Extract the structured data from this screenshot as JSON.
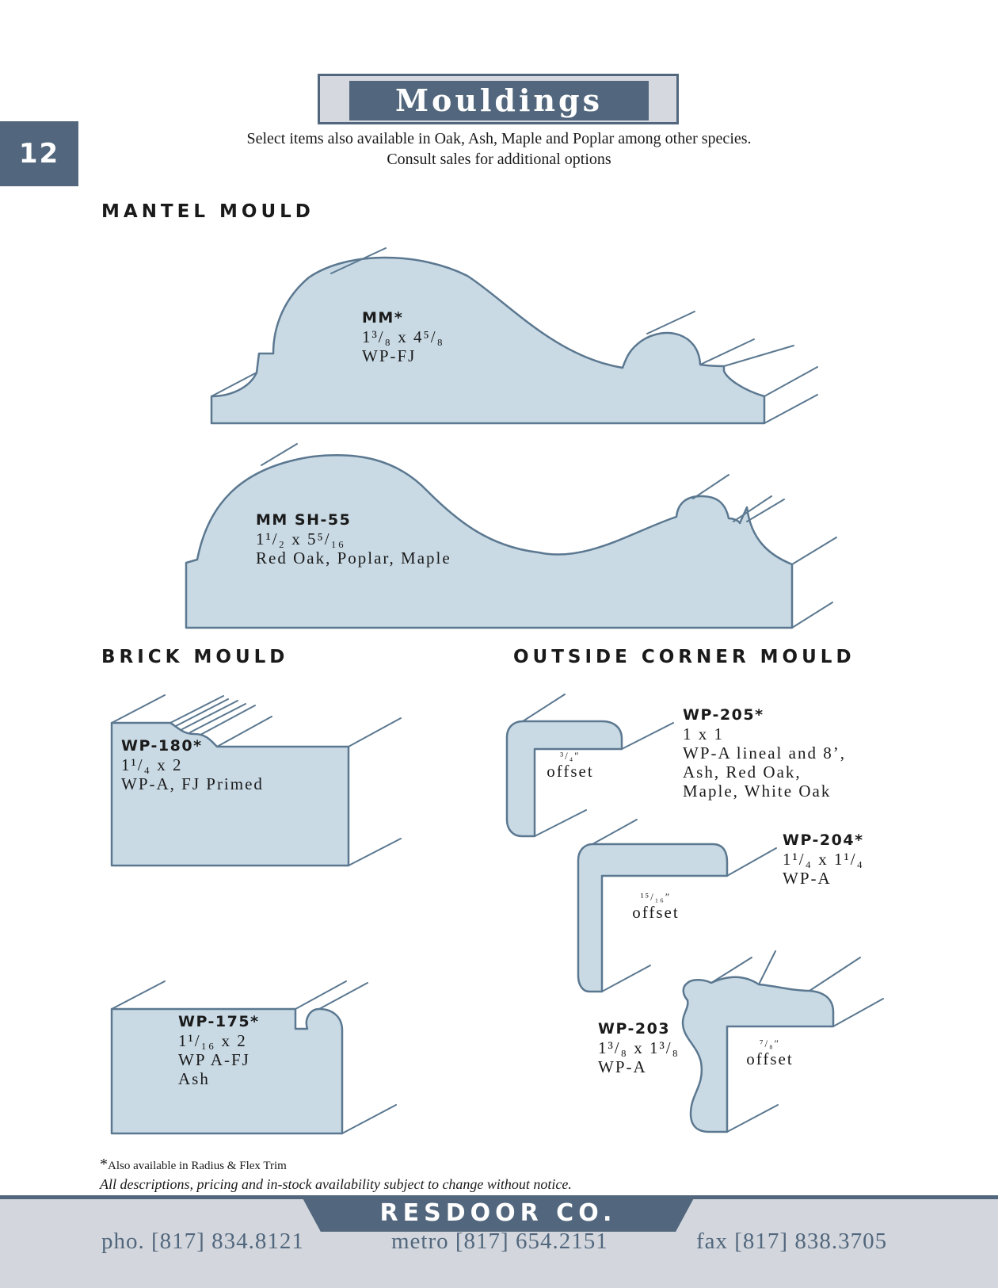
{
  "header": {
    "title": "Mouldings",
    "subtitle_line1": "Select items also available in Oak, Ash, Maple and Poplar among other species.",
    "subtitle_line2": "Consult sales for additional options",
    "page_number": "12"
  },
  "sections": {
    "mantel": "MANTEL MOULD",
    "brick": "BRICK MOULD",
    "corner": "OUTSIDE CORNER MOULD"
  },
  "products": {
    "mm": {
      "code": "MM*",
      "size": "1³/₈ x 4⁵/₈",
      "material": "WP-FJ"
    },
    "mm_sh55": {
      "code": "MM SH-55",
      "size": "1¹/₂ x 5⁵/₁₆",
      "material": "Red Oak, Poplar, Maple"
    },
    "wp180": {
      "code": "WP-180*",
      "size": "1¹/₄ x 2",
      "material": "WP-A, FJ Primed"
    },
    "wp175": {
      "code": "WP-175*",
      "size": "1¹/₁₆ x 2",
      "material_line1": "WP A-FJ",
      "material_line2": "Ash"
    },
    "wp205": {
      "code": "WP-205*",
      "size": "1 x 1",
      "material_line1": "WP-A lineal and 8’,",
      "material_line2": "Ash, Red Oak,",
      "material_line3": "Maple, White Oak",
      "offset_fraction": "³/₄″",
      "offset_label": "offset"
    },
    "wp204": {
      "code": "WP-204*",
      "size": "1¹/₄ x 1¹/₄",
      "material": "WP-A",
      "offset_fraction": "¹⁵/₁₆″",
      "offset_label": "offset"
    },
    "wp203": {
      "code": "WP-203",
      "size": "1³/₈ x 1³/₈",
      "material": "WP-A",
      "offset_fraction": "⁷/₈″",
      "offset_label": "offset"
    }
  },
  "notes": {
    "asterisk": "*",
    "radius": "Also available in Radius & Flex Trim",
    "disclaimer": "All descriptions, pricing and in-stock availability subject to change without notice."
  },
  "footer": {
    "company": "RESDOOR CO.",
    "phone": "pho. [817] 834.8121",
    "metro": "metro [817] 654.2151",
    "fax": "fax [817] 838.3705"
  },
  "colors": {
    "accent": "#52677d",
    "profile_fill": "#c9dae5",
    "band": "#d3d7dd"
  }
}
